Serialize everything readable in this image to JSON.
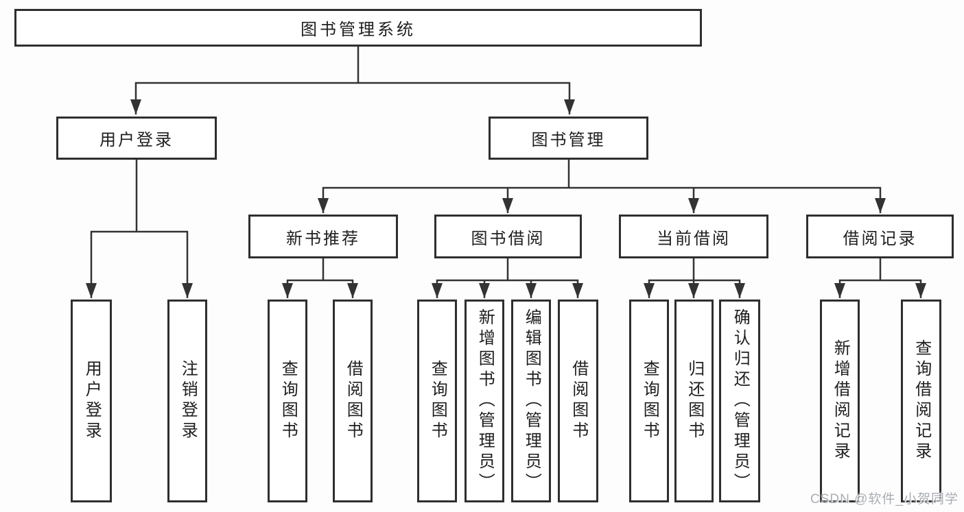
{
  "colors": {
    "background": "#fdfdfd",
    "box_border": "#2e2e2e",
    "line": "#333333",
    "text": "#1e1e1e",
    "watermark": "#a9adb2"
  },
  "root": {
    "label": "图书管理系统"
  },
  "level2": [
    {
      "id": "user-login",
      "label": "用户登录",
      "parent": "图书管理系统"
    },
    {
      "id": "book-management",
      "label": "图书管理",
      "parent": "图书管理系统"
    }
  ],
  "level3": [
    {
      "id": "new-book-recommendation",
      "label": "新书推荐",
      "parent": "图书管理"
    },
    {
      "id": "book-borrowing",
      "label": "图书借阅",
      "parent": "图书管理"
    },
    {
      "id": "current-borrowing",
      "label": "当前借阅",
      "parent": "图书管理"
    },
    {
      "id": "borrowing-records",
      "label": "借阅记录",
      "parent": "图书管理"
    }
  ],
  "leaves": [
    {
      "id": "user-login-leaf",
      "label": "用户登录",
      "parent": "用户登录"
    },
    {
      "id": "logout",
      "label": "注销登录",
      "parent": "用户登录"
    },
    {
      "id": "search-books-recommend",
      "label": "查询图书",
      "parent": "新书推荐"
    },
    {
      "id": "borrow-books-recommend",
      "label": "借阅图书",
      "parent": "新书推荐"
    },
    {
      "id": "search-books-borrowing",
      "label": "查询图书",
      "parent": "图书借阅"
    },
    {
      "id": "add-books-admin",
      "label": "新增图书（管理员）",
      "parent": "图书借阅"
    },
    {
      "id": "edit-books-admin",
      "label": "编辑图书（管理员）",
      "parent": "图书借阅"
    },
    {
      "id": "borrow-books-borrowing",
      "label": "借阅图书",
      "parent": "图书借阅"
    },
    {
      "id": "search-books-current",
      "label": "查询图书",
      "parent": "当前借阅"
    },
    {
      "id": "return-books",
      "label": "归还图书",
      "parent": "当前借阅"
    },
    {
      "id": "confirm-return-admin",
      "label": "确认归还（管理员）",
      "parent": "当前借阅"
    },
    {
      "id": "add-borrow-record",
      "label": "新增借阅记录",
      "parent": "借阅记录"
    },
    {
      "id": "search-borrow-record",
      "label": "查询借阅记录",
      "parent": "借阅记录"
    }
  ],
  "watermark": {
    "text": "CSDN @软件_小贺同学"
  }
}
